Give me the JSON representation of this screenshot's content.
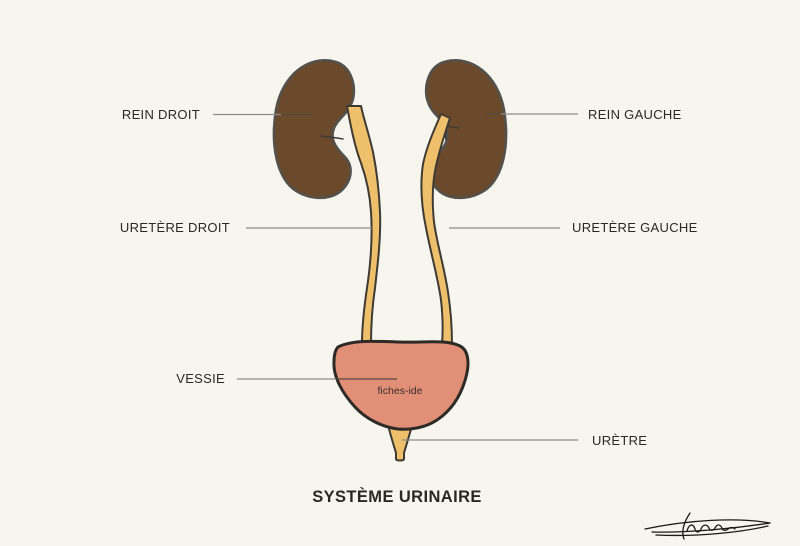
{
  "title": "SYSTÈME URINAIRE",
  "watermark": "fiches-ide",
  "labels": {
    "rein_droit": "REIN DROIT",
    "rein_gauche": "REIN GAUCHE",
    "uretere_droit": "URETÈRE DROIT",
    "uretere_gauche": "URETÈRE GAUCHE",
    "vessie": "VESSIE",
    "uretre": "URÈTRE"
  },
  "colors": {
    "background": "#F6F5EE",
    "kidney": "#6B4A2B",
    "kidney_outline": "#54504B",
    "ureter": "#EFC06C",
    "ureter_outline": "#3F3A33",
    "bladder": "#E28F77",
    "bladder_outline": "#2E2B27",
    "urethra": "#EFC06C",
    "leader_line": "#8F8C86",
    "leader_line_dark": "#50483F",
    "text": "#2B2824",
    "signature": "#1A1A18"
  }
}
